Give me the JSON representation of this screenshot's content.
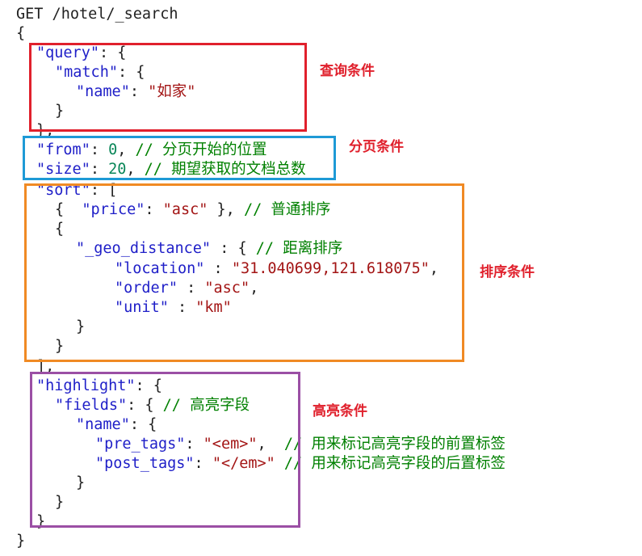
{
  "code": {
    "request": "GET /hotel/_search",
    "open_brace": "{",
    "close_brace": "}",
    "query_key": "\"query\"",
    "match_key": "\"match\"",
    "name_key": "\"name\"",
    "name_value": "\"如家\"",
    "from_key": "\"from\"",
    "from_value": "0",
    "from_comment": "// 分页开始的位置",
    "size_key": "\"size\"",
    "size_value": "20",
    "size_comment": "// 期望获取的文档总数",
    "sort_key": "\"sort\"",
    "price_key": "\"price\"",
    "price_value": "\"asc\"",
    "price_comment": "// 普通排序",
    "geo_key": "\"_geo_distance\"",
    "geo_comment": "// 距离排序",
    "location_key": "\"location\"",
    "location_value": "\"31.040699,121.618075\"",
    "order_key": "\"order\"",
    "order_value": "\"asc\"",
    "unit_key": "\"unit\"",
    "unit_value": "\"km\"",
    "highlight_key": "\"highlight\"",
    "fields_key": "\"fields\"",
    "fields_comment": "// 高亮字段",
    "hl_name_key": "\"name\"",
    "pre_tags_key": "\"pre_tags\"",
    "pre_tags_value": "\"<em>\"",
    "pre_tags_comment": "// 用来标记高亮字段的前置标签",
    "post_tags_key": "\"post_tags\"",
    "post_tags_value": "\"</em>\"",
    "post_tags_comment": "// 用来标记高亮字段的后置标签"
  },
  "labels": {
    "query": "查询条件",
    "paging": "分页条件",
    "sort": "排序条件",
    "highlight": "高亮条件"
  },
  "colors": {
    "query": "#e0202c",
    "paging": "#1e9ad6",
    "sort": "#f08a24",
    "highlight": "#9b4fa5",
    "paging_label": "#e0202c",
    "sort_label": "#e0202c",
    "highlight_label": "#e0202c"
  }
}
